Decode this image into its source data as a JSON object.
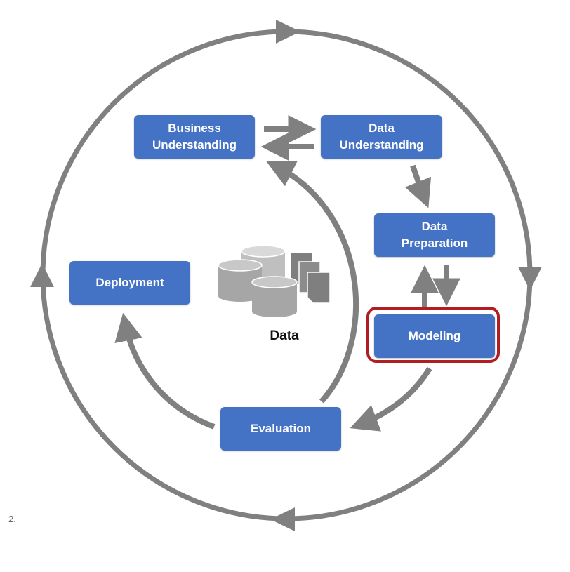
{
  "diagram": {
    "phases": {
      "business_understanding": [
        "Business",
        "Understanding"
      ],
      "data_understanding": [
        "Data",
        "Understanding"
      ],
      "data_preparation": [
        "Data",
        "Preparation"
      ],
      "modeling": "Modeling",
      "deployment": "Deployment",
      "evaluation": "Evaluation"
    },
    "center_label": "Data",
    "highlighted_phase": "Modeling",
    "stray_mark": "2.",
    "colors": {
      "box_fill": "#4472C4",
      "box_text": "#FFFFFF",
      "arrow": "#808080",
      "highlight": "#B01E24",
      "data_icon": "#A6A6A6"
    }
  }
}
